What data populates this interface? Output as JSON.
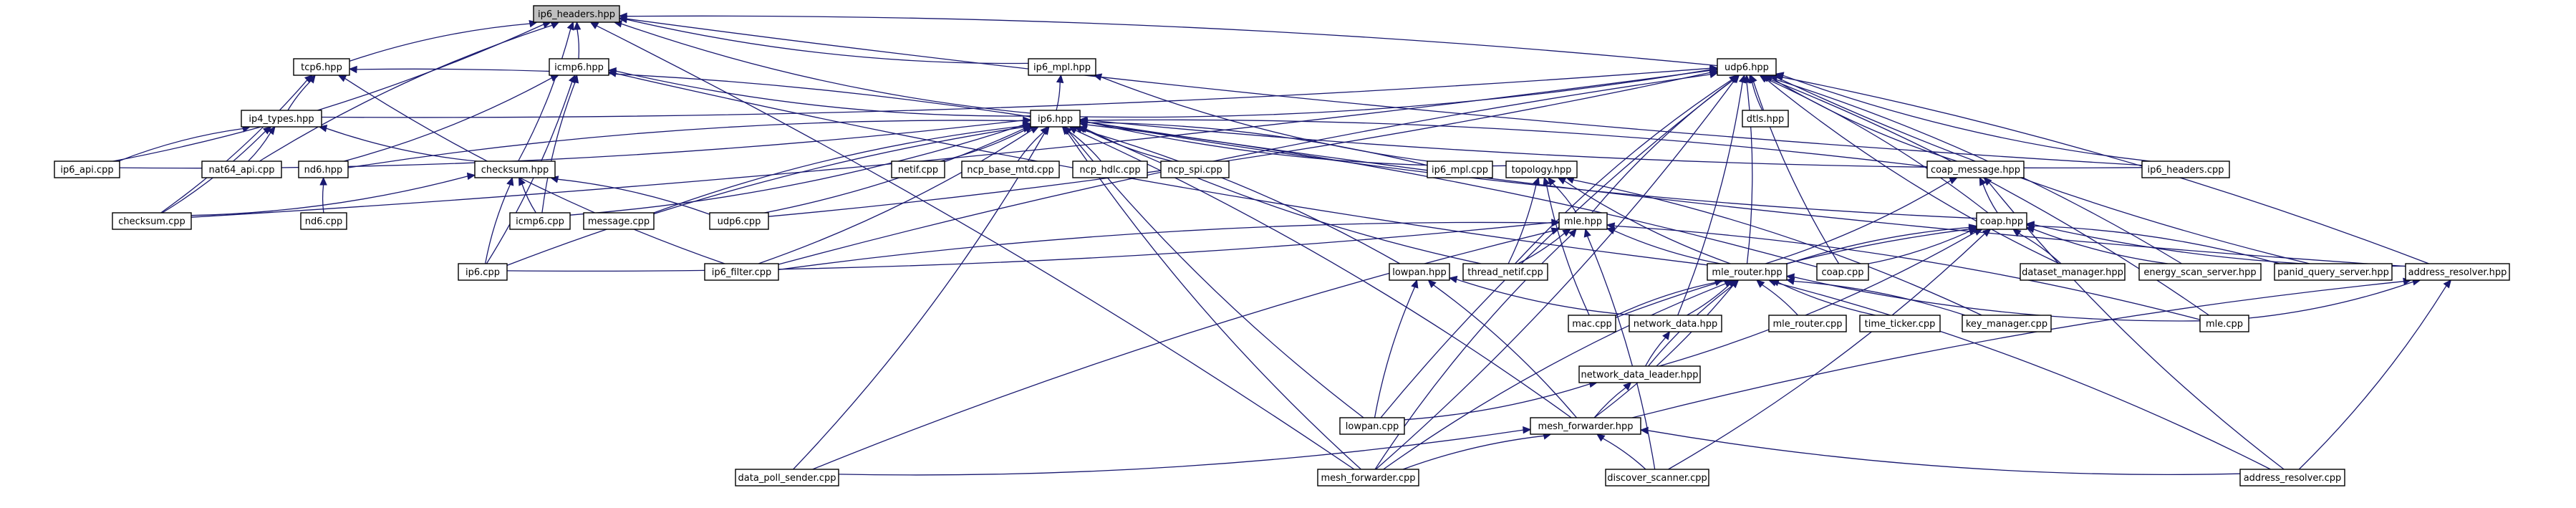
{
  "colors": {
    "edge": "#191970",
    "node_border_default": "#000000",
    "node_border_missing": "#ff0000",
    "root_fill": "#bfbfbf",
    "node_fill": "#ffffff"
  },
  "nodes": [
    {
      "id": "n_ip6_headers_hpp",
      "label": "ip6_headers.hpp",
      "variant": "root"
    },
    {
      "id": "n_tcp6_hpp",
      "label": "tcp6.hpp",
      "variant": "normal"
    },
    {
      "id": "n_icmp6_hpp",
      "label": "icmp6.hpp",
      "variant": "normal"
    },
    {
      "id": "n_ip6_mpl_hpp",
      "label": "ip6_mpl.hpp",
      "variant": "normal"
    },
    {
      "id": "n_udp6_hpp",
      "label": "udp6.hpp",
      "variant": "normal"
    },
    {
      "id": "n_ip4_types_hpp",
      "label": "ip4_types.hpp",
      "variant": "red"
    },
    {
      "id": "n_ip6_hpp",
      "label": "ip6.hpp",
      "variant": "normal"
    },
    {
      "id": "n_dtls_hpp",
      "label": "dtls.hpp",
      "variant": "red"
    },
    {
      "id": "n_ip6_api_cpp",
      "label": "ip6_api.cpp",
      "variant": "normal"
    },
    {
      "id": "n_nat64_api_cpp",
      "label": "nat64_api.cpp",
      "variant": "normal"
    },
    {
      "id": "n_nd6_hpp",
      "label": "nd6.hpp",
      "variant": "normal"
    },
    {
      "id": "n_checksum_hpp",
      "label": "checksum.hpp",
      "variant": "normal"
    },
    {
      "id": "n_netif_cpp",
      "label": "netif.cpp",
      "variant": "normal"
    },
    {
      "id": "n_ncp_base_mtd_cpp",
      "label": "ncp_base_mtd.cpp",
      "variant": "normal"
    },
    {
      "id": "n_ncp_hdlc_cpp",
      "label": "ncp_hdlc.cpp",
      "variant": "normal"
    },
    {
      "id": "n_ncp_spi_cpp",
      "label": "ncp_spi.cpp",
      "variant": "normal"
    },
    {
      "id": "n_ip6_mpl_cpp",
      "label": "ip6_mpl.cpp",
      "variant": "normal"
    },
    {
      "id": "n_topology_hpp",
      "label": "topology.hpp",
      "variant": "red"
    },
    {
      "id": "n_coap_message_hpp",
      "label": "coap_message.hpp",
      "variant": "red"
    },
    {
      "id": "n_ip6_headers_cpp",
      "label": "ip6_headers.cpp",
      "variant": "normal"
    },
    {
      "id": "n_nd6_cpp",
      "label": "nd6.cpp",
      "variant": "normal"
    },
    {
      "id": "n_checksum_cpp",
      "label": "checksum.cpp",
      "variant": "normal"
    },
    {
      "id": "n_icmp6_cpp",
      "label": "icmp6.cpp",
      "variant": "normal"
    },
    {
      "id": "n_message_cpp",
      "label": "message.cpp",
      "variant": "normal"
    },
    {
      "id": "n_udp6_cpp",
      "label": "udp6.cpp",
      "variant": "normal"
    },
    {
      "id": "n_mle_hpp",
      "label": "mle.hpp",
      "variant": "red"
    },
    {
      "id": "n_coap_hpp",
      "label": "coap.hpp",
      "variant": "red"
    },
    {
      "id": "n_ip6_cpp",
      "label": "ip6.cpp",
      "variant": "normal"
    },
    {
      "id": "n_ip6_filter_cpp",
      "label": "ip6_filter.cpp",
      "variant": "normal"
    },
    {
      "id": "n_thread_netif_cpp",
      "label": "thread_netif.cpp",
      "variant": "normal"
    },
    {
      "id": "n_lowpan_hpp",
      "label": "lowpan.hpp",
      "variant": "red"
    },
    {
      "id": "n_mle_router_hpp",
      "label": "mle_router.hpp",
      "variant": "red"
    },
    {
      "id": "n_coap_cpp",
      "label": "coap.cpp",
      "variant": "normal"
    },
    {
      "id": "n_dataset_manager_hpp",
      "label": "dataset_manager.hpp",
      "variant": "red"
    },
    {
      "id": "n_energy_scan_server_hpp",
      "label": "energy_scan_server.hpp",
      "variant": "red"
    },
    {
      "id": "n_panid_query_server_hpp",
      "label": "panid_query_server.hpp",
      "variant": "red"
    },
    {
      "id": "n_address_resolver_hpp",
      "label": "address_resolver.hpp",
      "variant": "normal"
    },
    {
      "id": "n_mac_cpp",
      "label": "mac.cpp",
      "variant": "normal"
    },
    {
      "id": "n_network_data_hpp",
      "label": "network_data.hpp",
      "variant": "red"
    },
    {
      "id": "n_mle_router_cpp",
      "label": "mle_router.cpp",
      "variant": "normal"
    },
    {
      "id": "n_time_ticker_cpp",
      "label": "time_ticker.cpp",
      "variant": "normal"
    },
    {
      "id": "n_key_manager_cpp",
      "label": "key_manager.cpp",
      "variant": "normal"
    },
    {
      "id": "n_mle_cpp",
      "label": "mle.cpp",
      "variant": "normal"
    },
    {
      "id": "n_network_data_leader_hpp",
      "label": "network_data_leader.hpp",
      "variant": "red"
    },
    {
      "id": "n_lowpan_cpp",
      "label": "lowpan.cpp",
      "variant": "normal"
    },
    {
      "id": "n_mesh_forwarder_hpp",
      "label": "mesh_forwarder.hpp",
      "variant": "red"
    },
    {
      "id": "n_data_poll_sender_cpp",
      "label": "data_poll_sender.cpp",
      "variant": "normal"
    },
    {
      "id": "n_mesh_forwarder_cpp",
      "label": "mesh_forwarder.cpp",
      "variant": "normal"
    },
    {
      "id": "n_discover_scanner_cpp",
      "label": "discover_scanner.cpp",
      "variant": "normal"
    },
    {
      "id": "n_address_resolver_cpp",
      "label": "address_resolver.cpp",
      "variant": "normal"
    }
  ],
  "edges": [
    {
      "to": "n_ip6_headers_hpp",
      "from": "n_tcp6_hpp"
    },
    {
      "to": "n_ip6_headers_hpp",
      "from": "n_icmp6_hpp"
    },
    {
      "to": "n_ip6_headers_hpp",
      "from": "n_ip6_mpl_hpp"
    },
    {
      "to": "n_ip6_headers_hpp",
      "from": "n_udp6_hpp"
    },
    {
      "to": "n_ip6_headers_hpp",
      "from": "n_ip6_hpp"
    },
    {
      "to": "n_ip6_headers_hpp",
      "from": "n_ip6_api_cpp"
    },
    {
      "to": "n_ip6_headers_hpp",
      "from": "n_nat64_api_cpp"
    },
    {
      "to": "n_ip6_headers_hpp",
      "from": "n_checksum_hpp"
    },
    {
      "to": "n_ip6_headers_hpp",
      "from": "n_ip6_headers_cpp"
    },
    {
      "to": "n_ip6_headers_hpp",
      "from": "n_mesh_forwarder_cpp"
    },
    {
      "to": "n_tcp6_hpp",
      "from": "n_ip4_types_hpp"
    },
    {
      "to": "n_tcp6_hpp",
      "from": "n_ip6_hpp"
    },
    {
      "to": "n_tcp6_hpp",
      "from": "n_ip6_filter_cpp"
    },
    {
      "to": "n_tcp6_hpp",
      "from": "n_checksum_cpp"
    },
    {
      "to": "n_icmp6_hpp",
      "from": "n_ip6_hpp"
    },
    {
      "to": "n_icmp6_hpp",
      "from": "n_nd6_hpp"
    },
    {
      "to": "n_icmp6_hpp",
      "from": "n_icmp6_cpp"
    },
    {
      "to": "n_icmp6_hpp",
      "from": "n_ip6_cpp"
    },
    {
      "to": "n_icmp6_hpp",
      "from": "n_mle_router_hpp"
    },
    {
      "to": "n_ip6_mpl_hpp",
      "from": "n_ip6_hpp"
    },
    {
      "to": "n_ip6_mpl_hpp",
      "from": "n_ip6_mpl_cpp"
    },
    {
      "to": "n_udp6_hpp",
      "from": "n_ip6_hpp"
    },
    {
      "to": "n_udp6_hpp",
      "from": "n_dtls_hpp"
    },
    {
      "to": "n_udp6_hpp",
      "from": "n_ip4_types_hpp"
    },
    {
      "to": "n_udp6_hpp",
      "from": "n_coap_message_hpp"
    },
    {
      "to": "n_udp6_hpp",
      "from": "n_coap_hpp"
    },
    {
      "to": "n_udp6_hpp",
      "from": "n_mle_hpp"
    },
    {
      "to": "n_udp6_hpp",
      "from": "n_udp6_cpp"
    },
    {
      "to": "n_udp6_hpp",
      "from": "n_coap_cpp"
    },
    {
      "to": "n_udp6_hpp",
      "from": "n_mle_router_hpp"
    },
    {
      "to": "n_udp6_hpp",
      "from": "n_dataset_manager_hpp"
    },
    {
      "to": "n_udp6_hpp",
      "from": "n_energy_scan_server_hpp"
    },
    {
      "to": "n_udp6_hpp",
      "from": "n_panid_query_server_hpp"
    },
    {
      "to": "n_udp6_hpp",
      "from": "n_address_resolver_hpp"
    },
    {
      "to": "n_udp6_hpp",
      "from": "n_ip6_headers_cpp"
    },
    {
      "to": "n_udp6_hpp",
      "from": "n_mle_cpp"
    },
    {
      "to": "n_udp6_hpp",
      "from": "n_lowpan_cpp"
    },
    {
      "to": "n_udp6_hpp",
      "from": "n_network_data_hpp"
    },
    {
      "to": "n_udp6_hpp",
      "from": "n_ip6_filter_cpp"
    },
    {
      "to": "n_udp6_hpp",
      "from": "n_mesh_forwarder_cpp"
    },
    {
      "to": "n_udp6_hpp",
      "from": "n_thread_netif_cpp"
    },
    {
      "to": "n_udp6_hpp",
      "from": "n_checksum_cpp"
    },
    {
      "to": "n_ip4_types_hpp",
      "from": "n_ip6_api_cpp"
    },
    {
      "to": "n_ip4_types_hpp",
      "from": "n_nat64_api_cpp"
    },
    {
      "to": "n_ip4_types_hpp",
      "from": "n_checksum_hpp"
    },
    {
      "to": "n_ip4_types_hpp",
      "from": "n_checksum_cpp"
    },
    {
      "to": "n_ip6_hpp",
      "from": "n_nd6_hpp"
    },
    {
      "to": "n_ip6_hpp",
      "from": "n_netif_cpp"
    },
    {
      "to": "n_ip6_hpp",
      "from": "n_ncp_base_mtd_cpp"
    },
    {
      "to": "n_ip6_hpp",
      "from": "n_ncp_hdlc_cpp"
    },
    {
      "to": "n_ip6_hpp",
      "from": "n_ncp_spi_cpp"
    },
    {
      "to": "n_ip6_hpp",
      "from": "n_ip6_mpl_cpp"
    },
    {
      "to": "n_ip6_hpp",
      "from": "n_topology_hpp"
    },
    {
      "to": "n_ip6_hpp",
      "from": "n_coap_message_hpp"
    },
    {
      "to": "n_ip6_hpp",
      "from": "n_ip6_headers_cpp"
    },
    {
      "to": "n_ip6_hpp",
      "from": "n_icmp6_cpp"
    },
    {
      "to": "n_ip6_hpp",
      "from": "n_message_cpp"
    },
    {
      "to": "n_ip6_hpp",
      "from": "n_udp6_cpp"
    },
    {
      "to": "n_ip6_hpp",
      "from": "n_ip6_cpp"
    },
    {
      "to": "n_ip6_hpp",
      "from": "n_ip6_filter_cpp"
    },
    {
      "to": "n_ip6_hpp",
      "from": "n_thread_netif_cpp"
    },
    {
      "to": "n_ip6_hpp",
      "from": "n_lowpan_hpp"
    },
    {
      "to": "n_ip6_hpp",
      "from": "n_coap_hpp"
    },
    {
      "to": "n_ip6_hpp",
      "from": "n_coap_cpp"
    },
    {
      "to": "n_ip6_hpp",
      "from": "n_lowpan_cpp"
    },
    {
      "to": "n_ip6_hpp",
      "from": "n_mesh_forwarder_hpp"
    },
    {
      "to": "n_ip6_hpp",
      "from": "n_mesh_forwarder_cpp"
    },
    {
      "to": "n_ip6_hpp",
      "from": "n_data_poll_sender_cpp"
    },
    {
      "to": "n_ip6_hpp",
      "from": "n_address_resolver_hpp"
    },
    {
      "to": "n_ip6_hpp",
      "from": "n_ip6_api_cpp"
    },
    {
      "to": "n_nd6_hpp",
      "from": "n_nd6_cpp"
    },
    {
      "to": "n_checksum_hpp",
      "from": "n_checksum_cpp"
    },
    {
      "to": "n_checksum_hpp",
      "from": "n_icmp6_cpp"
    },
    {
      "to": "n_checksum_hpp",
      "from": "n_udp6_cpp"
    },
    {
      "to": "n_checksum_hpp",
      "from": "n_ip6_cpp"
    },
    {
      "to": "n_topology_hpp",
      "from": "n_mle_hpp"
    },
    {
      "to": "n_topology_hpp",
      "from": "n_mle_router_hpp"
    },
    {
      "to": "n_topology_hpp",
      "from": "n_thread_netif_cpp"
    },
    {
      "to": "n_topology_hpp",
      "from": "n_mac_cpp"
    },
    {
      "to": "n_topology_hpp",
      "from": "n_key_manager_cpp"
    },
    {
      "to": "n_coap_message_hpp",
      "from": "n_coap_hpp"
    },
    {
      "to": "n_coap_message_hpp",
      "from": "n_mle_router_hpp"
    },
    {
      "to": "n_coap_message_hpp",
      "from": "n_address_resolver_cpp"
    },
    {
      "to": "n_mle_hpp",
      "from": "n_ip6_cpp"
    },
    {
      "to": "n_mle_hpp",
      "from": "n_ip6_filter_cpp"
    },
    {
      "to": "n_mle_hpp",
      "from": "n_thread_netif_cpp"
    },
    {
      "to": "n_mle_hpp",
      "from": "n_mle_router_hpp"
    },
    {
      "to": "n_mle_hpp",
      "from": "n_mle_cpp"
    },
    {
      "to": "n_mle_hpp",
      "from": "n_data_poll_sender_cpp"
    },
    {
      "to": "n_mle_hpp",
      "from": "n_discover_scanner_cpp"
    },
    {
      "to": "n_mle_hpp",
      "from": "n_mesh_forwarder_cpp"
    },
    {
      "to": "n_coap_hpp",
      "from": "n_coap_cpp"
    },
    {
      "to": "n_coap_hpp",
      "from": "n_mle_router_hpp"
    },
    {
      "to": "n_coap_hpp",
      "from": "n_dataset_manager_hpp"
    },
    {
      "to": "n_coap_hpp",
      "from": "n_energy_scan_server_hpp"
    },
    {
      "to": "n_coap_hpp",
      "from": "n_panid_query_server_hpp"
    },
    {
      "to": "n_coap_hpp",
      "from": "n_address_resolver_hpp"
    },
    {
      "to": "n_coap_hpp",
      "from": "n_network_data_leader_hpp"
    },
    {
      "to": "n_coap_hpp",
      "from": "n_mac_cpp"
    },
    {
      "to": "n_coap_hpp",
      "from": "n_discover_scanner_cpp"
    },
    {
      "to": "n_lowpan_hpp",
      "from": "n_lowpan_cpp"
    },
    {
      "to": "n_lowpan_hpp",
      "from": "n_mesh_forwarder_hpp"
    },
    {
      "to": "n_lowpan_hpp",
      "from": "n_network_data_hpp"
    },
    {
      "to": "n_mle_router_hpp",
      "from": "n_mle_router_cpp"
    },
    {
      "to": "n_mle_router_hpp",
      "from": "n_time_ticker_cpp"
    },
    {
      "to": "n_mle_router_hpp",
      "from": "n_key_manager_cpp"
    },
    {
      "to": "n_mle_router_hpp",
      "from": "n_mle_cpp"
    },
    {
      "to": "n_mle_router_hpp",
      "from": "n_network_data_hpp"
    },
    {
      "to": "n_mle_router_hpp",
      "from": "n_network_data_leader_hpp"
    },
    {
      "to": "n_mle_router_hpp",
      "from": "n_mesh_forwarder_hpp"
    },
    {
      "to": "n_mle_router_hpp",
      "from": "n_mesh_forwarder_cpp"
    },
    {
      "to": "n_mle_router_hpp",
      "from": "n_address_resolver_cpp"
    },
    {
      "to": "n_mle_router_hpp",
      "from": "n_mac_cpp"
    },
    {
      "to": "n_address_resolver_hpp",
      "from": "n_mle_cpp"
    },
    {
      "to": "n_address_resolver_hpp",
      "from": "n_mesh_forwarder_hpp"
    },
    {
      "to": "n_address_resolver_hpp",
      "from": "n_address_resolver_cpp"
    },
    {
      "to": "n_network_data_hpp",
      "from": "n_network_data_leader_hpp"
    },
    {
      "to": "n_network_data_leader_hpp",
      "from": "n_lowpan_cpp"
    },
    {
      "to": "n_network_data_leader_hpp",
      "from": "n_mesh_forwarder_hpp"
    },
    {
      "to": "n_mesh_forwarder_hpp",
      "from": "n_data_poll_sender_cpp"
    },
    {
      "to": "n_mesh_forwarder_hpp",
      "from": "n_mesh_forwarder_cpp"
    },
    {
      "to": "n_mesh_forwarder_hpp",
      "from": "n_discover_scanner_cpp"
    },
    {
      "to": "n_mesh_forwarder_hpp",
      "from": "n_address_resolver_cpp"
    }
  ]
}
